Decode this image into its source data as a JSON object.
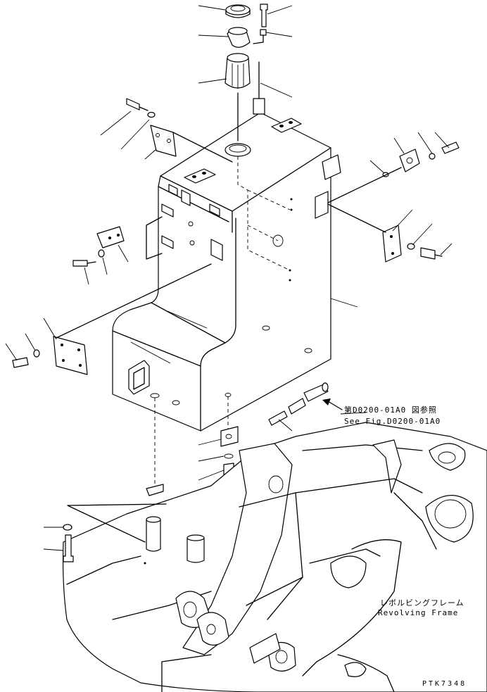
{
  "reference": {
    "jp": "第D0200-01A0 図参照",
    "en": "See Fig.D0200-01A0"
  },
  "frame_label": {
    "jp": "レボルビングフレーム",
    "en": "Revolving Frame"
  },
  "drawing_code": "PTK7348"
}
